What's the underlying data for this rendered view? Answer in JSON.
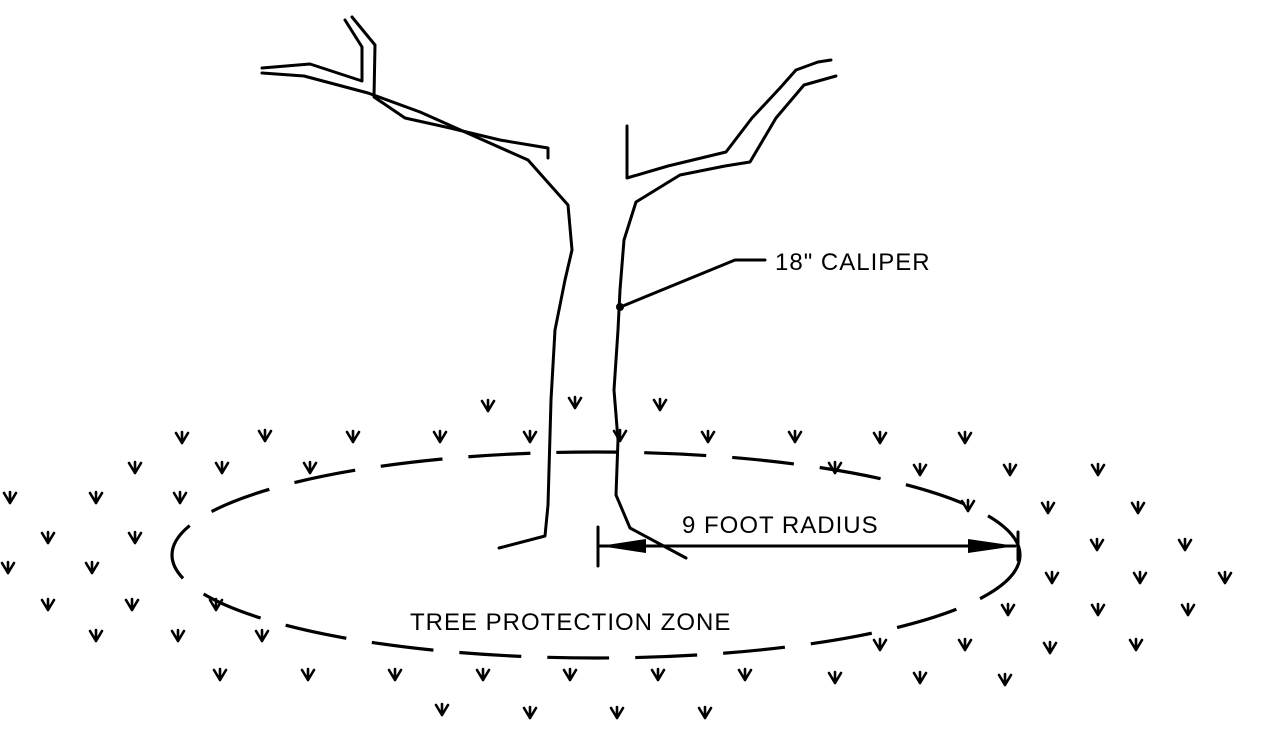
{
  "labels": {
    "caliper": "18\" CALIPER",
    "radius": "9 FOOT RADIUS",
    "zone": "TREE PROTECTION ZONE"
  },
  "icons": {
    "vegetation": "grass-tuft-icon",
    "arrowheads": "arrow-head-icon"
  },
  "colors": {
    "ink": "#000000",
    "paper": "#ffffff"
  }
}
